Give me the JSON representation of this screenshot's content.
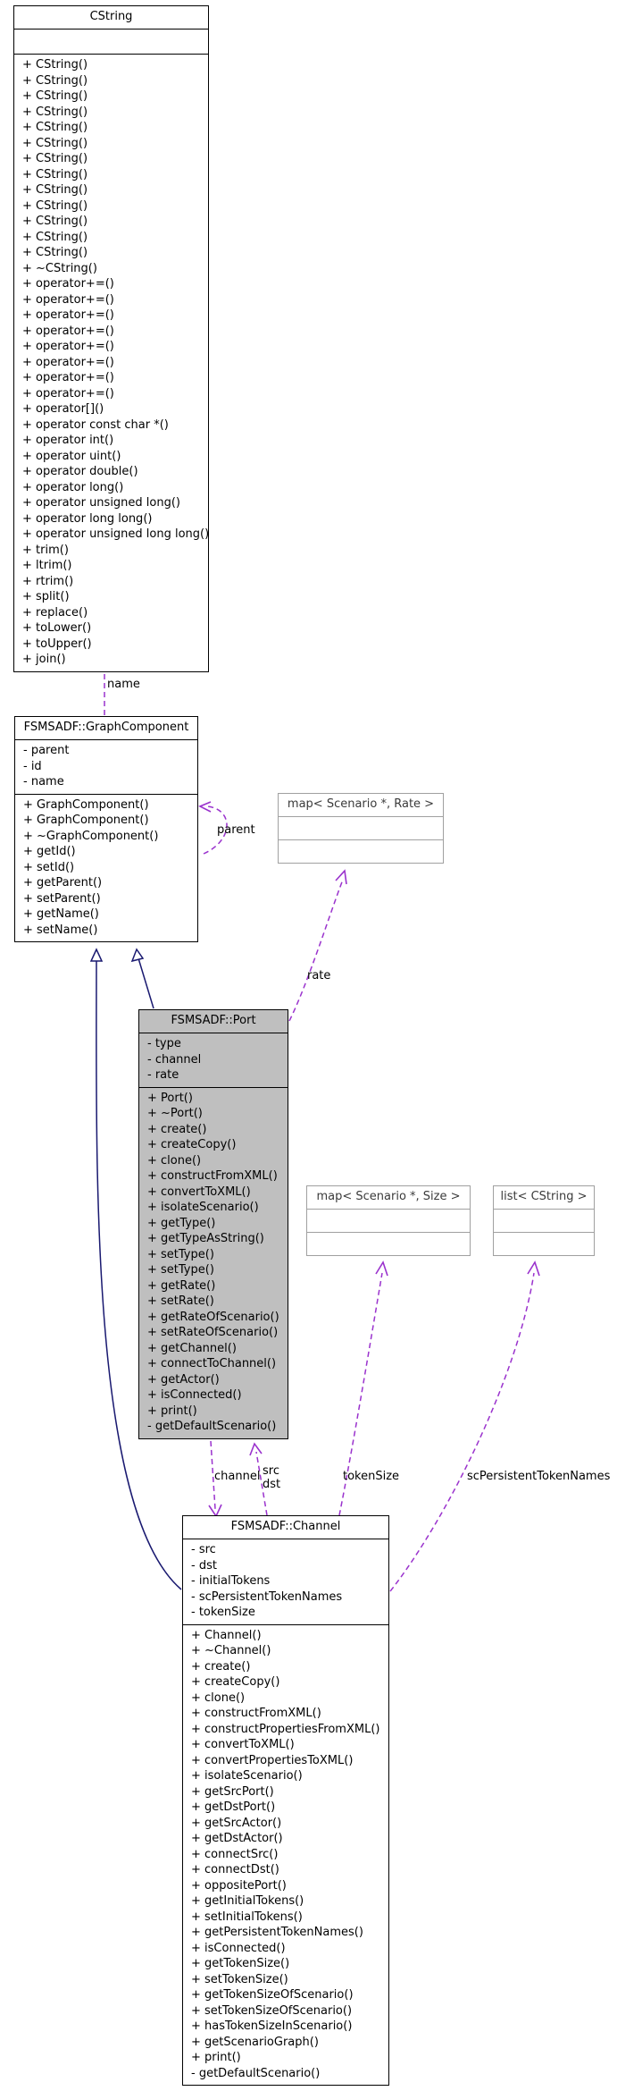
{
  "classes": {
    "cstring": {
      "name": "CString",
      "attributes": [],
      "methods": [
        "+ CString()",
        "+ CString()",
        "+ CString()",
        "+ CString()",
        "+ CString()",
        "+ CString()",
        "+ CString()",
        "+ CString()",
        "+ CString()",
        "+ CString()",
        "+ CString()",
        "+ CString()",
        "+ CString()",
        "+ ~CString()",
        "+ operator+=()",
        "+ operator+=()",
        "+ operator+=()",
        "+ operator+=()",
        "+ operator+=()",
        "+ operator+=()",
        "+ operator+=()",
        "+ operator+=()",
        "+ operator[]()",
        "+ operator const char *()",
        "+ operator int()",
        "+ operator uint()",
        "+ operator double()",
        "+ operator long()",
        "+ operator unsigned long()",
        "+ operator long long()",
        "+ operator unsigned long long()",
        "+ trim()",
        "+ ltrim()",
        "+ rtrim()",
        "+ split()",
        "+ replace()",
        "+ toLower()",
        "+ toUpper()",
        "+ join()"
      ]
    },
    "graph_component": {
      "name": "FSMSADF::GraphComponent",
      "attributes": [
        "- parent",
        "- id",
        "- name"
      ],
      "methods": [
        "+ GraphComponent()",
        "+ GraphComponent()",
        "+ ~GraphComponent()",
        "+ getId()",
        "+ setId()",
        "+ getParent()",
        "+ setParent()",
        "+ getName()",
        "+ setName()"
      ]
    },
    "map_rate": {
      "name": "map< Scenario *, Rate >",
      "attributes": [],
      "methods": []
    },
    "port": {
      "name": "FSMSADF::Port",
      "attributes": [
        "- type",
        "- channel",
        "- rate"
      ],
      "methods": [
        "+ Port()",
        "+ ~Port()",
        "+ create()",
        "+ createCopy()",
        "+ clone()",
        "+ constructFromXML()",
        "+ convertToXML()",
        "+ isolateScenario()",
        "+ getType()",
        "+ getTypeAsString()",
        "+ setType()",
        "+ setType()",
        "+ getRate()",
        "+ setRate()",
        "+ getRateOfScenario()",
        "+ setRateOfScenario()",
        "+ getChannel()",
        "+ connectToChannel()",
        "+ getActor()",
        "+ isConnected()",
        "+ print()",
        "- getDefaultScenario()"
      ]
    },
    "map_size": {
      "name": "map< Scenario *, Size >",
      "attributes": [],
      "methods": []
    },
    "list_cstring": {
      "name": "list< CString >",
      "attributes": [],
      "methods": []
    },
    "channel": {
      "name": "FSMSADF::Channel",
      "attributes": [
        "- src",
        "- dst",
        "- initialTokens",
        "- scPersistentTokenNames",
        "- tokenSize"
      ],
      "methods": [
        "+ Channel()",
        "+ ~Channel()",
        "+ create()",
        "+ createCopy()",
        "+ clone()",
        "+ constructFromXML()",
        "+ constructPropertiesFromXML()",
        "+ convertToXML()",
        "+ convertPropertiesToXML()",
        "+ isolateScenario()",
        "+ getSrcPort()",
        "+ getDstPort()",
        "+ getSrcActor()",
        "+ getDstActor()",
        "+ connectSrc()",
        "+ connectDst()",
        "+ oppositePort()",
        "+ getInitialTokens()",
        "+ setInitialTokens()",
        "+ getPersistentTokenNames()",
        "+ isConnected()",
        "+ getTokenSize()",
        "+ setTokenSize()",
        "+ getTokenSizeOfScenario()",
        "+ setTokenSizeOfScenario()",
        "+ hasTokenSizeInScenario()",
        "+ getScenarioGraph()",
        "+ print()",
        "- getDefaultScenario()"
      ]
    }
  },
  "edge_labels": {
    "name": "name",
    "parent": "parent",
    "rate": "rate",
    "channel": "channel",
    "src": "src",
    "dst": "dst",
    "token_size": "tokenSize",
    "sc_persistent_token_names": "scPersistentTokenNames"
  },
  "colors": {
    "inheritance": "#191970",
    "association": "#9a32cd",
    "focus_fill": "#bfbfbf",
    "faded_border": "#a0a0a0"
  }
}
